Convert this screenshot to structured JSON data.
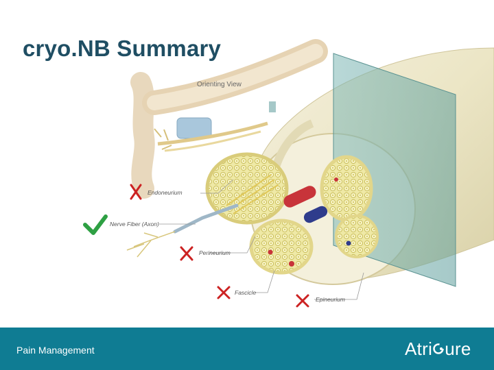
{
  "slide": {
    "title": "cryo.NB Summary",
    "footer_text": "Pain Management",
    "logo": {
      "text_before": "Atri",
      "text_after": "ure",
      "full_text": "AtriCure"
    }
  },
  "diagram": {
    "orienting_view_label": "Orienting View",
    "labels": {
      "endoneurium": "Endoneurium",
      "nerve_fiber": "Nerve Fiber (Axon)",
      "perineurium": "Perineurium",
      "fascicle": "Fascicle",
      "epineurium": "Epineurium"
    },
    "marks": {
      "endoneurium": "x",
      "nerve_fiber": "check",
      "perineurium": "x",
      "fascicle": "x",
      "epineurium": "x"
    }
  },
  "colors": {
    "title": "#1f4e63",
    "footer": "#0f7c93",
    "x_mark": "#cc2222",
    "check_mark": "#2ea043"
  }
}
